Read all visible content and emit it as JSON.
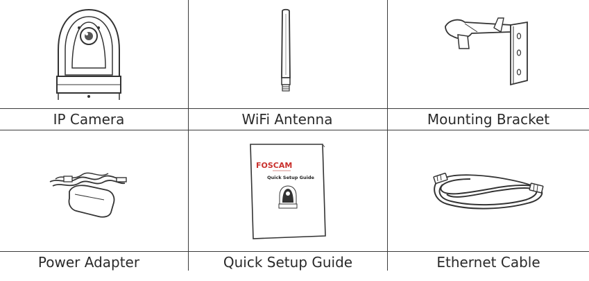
{
  "items": [
    {
      "label": "IP Camera",
      "icon": "ip-camera-icon"
    },
    {
      "label": "WiFi Antenna",
      "icon": "wifi-antenna-icon"
    },
    {
      "label": "Mounting Bracket",
      "icon": "mounting-bracket-icon"
    },
    {
      "label": "Power Adapter",
      "icon": "power-adapter-icon"
    },
    {
      "label": "Quick Setup Guide",
      "icon": "quick-setup-guide-icon"
    },
    {
      "label": "Ethernet Cable",
      "icon": "ethernet-cable-icon"
    }
  ],
  "guide": {
    "brand": "FOSCAM",
    "title": "Quick Setup Guide"
  }
}
